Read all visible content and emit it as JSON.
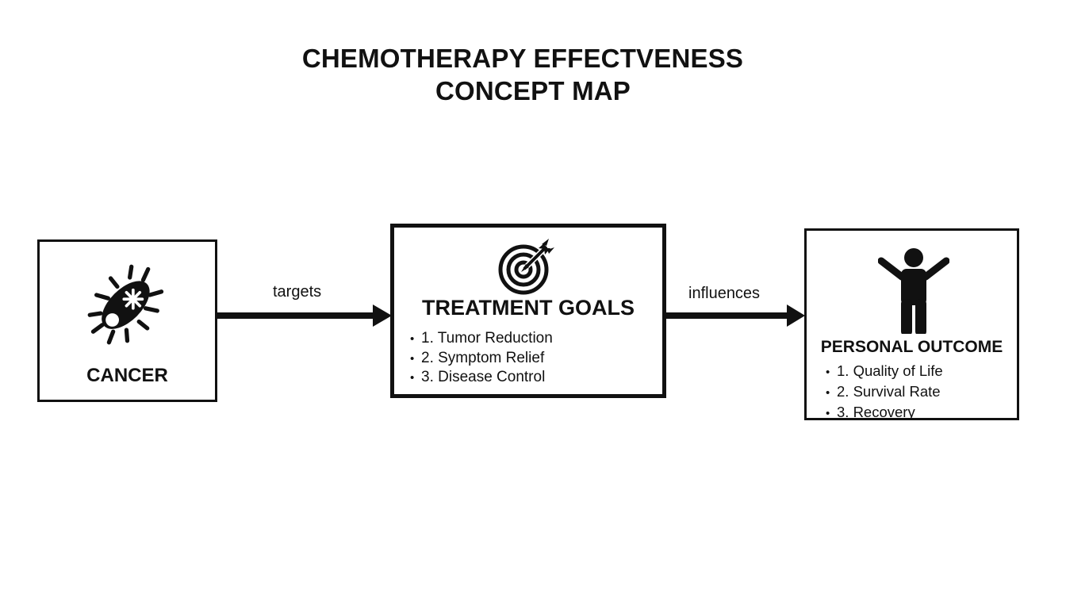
{
  "title": {
    "line1": "CHEMOTHERAPY EFFECTVENESS",
    "line2": "CONCEPT MAP"
  },
  "nodes": {
    "cancer": {
      "label": "CANCER",
      "icon": "cancer-cell-icon"
    },
    "treatment_goals": {
      "label": "TREATMENT GOALS",
      "icon": "target-arrow-icon",
      "items": [
        "1. Tumor Reduction",
        "2. Symptom Relief",
        "3. Disease Control"
      ]
    },
    "personal_outcome": {
      "label": "PERSONAL OUTCOME",
      "icon": "person-arms-raised-icon",
      "items": [
        "1. Quality of Life",
        "2. Survival Rate",
        "3. Recovery"
      ]
    }
  },
  "edges": [
    {
      "from": "CANCER",
      "to": "TREATMENT GOALS",
      "label": "targets"
    },
    {
      "from": "TREATMENT GOALS",
      "to": "PERSONAL OUTCOME",
      "label": "influences"
    }
  ],
  "colors": {
    "ink": "#111111",
    "background": "#ffffff"
  }
}
